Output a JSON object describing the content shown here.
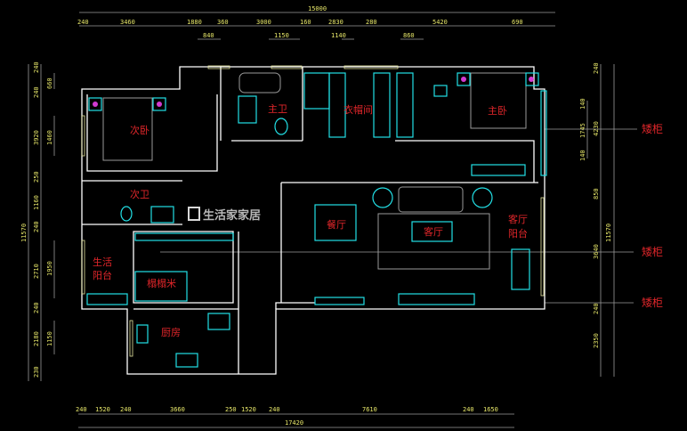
{
  "rooms": {
    "second_bedroom": "次卧",
    "master_bath": "主卫",
    "cloakroom": "衣帽间",
    "master_bedroom": "主卧",
    "second_bath": "次卫",
    "dining": "餐厅",
    "living": "客厅",
    "living_balcony_1": "客厅",
    "living_balcony_2": "阳台",
    "service_balcony_1": "生活",
    "service_balcony_2": "阳台",
    "tatami": "榻榻米",
    "kitchen": "厨房"
  },
  "callouts": [
    "矮柜",
    "矮柜",
    "矮柜"
  ],
  "watermark": "生活家家居",
  "dims": {
    "top_total": "15000",
    "top": [
      "240",
      "3460",
      "1880",
      "360",
      "3000",
      "160",
      "2830",
      "280",
      "5420",
      "690"
    ],
    "top_sub": [
      "840",
      "1150",
      "1140",
      "860"
    ],
    "bottom": [
      "240",
      "1520",
      "240",
      "3660",
      "250",
      "1520",
      "240",
      "7610",
      "240",
      "1650"
    ],
    "bottom_total": "17420",
    "left_total": "11570",
    "left": [
      "240",
      "240",
      "3920",
      "250",
      "1160",
      "240",
      "2710",
      "240",
      "2180",
      "230"
    ],
    "left_sub": [
      "660",
      "1460",
      "1950",
      "1150"
    ],
    "right_total": "11570",
    "right": [
      "240",
      "4230",
      "850",
      "3640",
      "240",
      "2350"
    ],
    "right_sub": [
      "140",
      "1745",
      "140"
    ]
  }
}
